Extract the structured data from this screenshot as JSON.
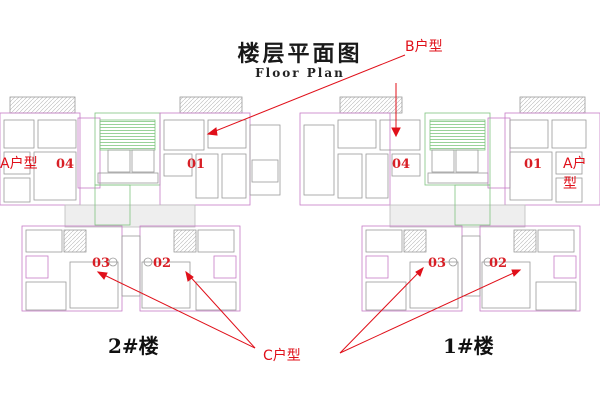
{
  "header": {
    "title": "楼层平面图",
    "subtitle": "Floor Plan"
  },
  "buildings": [
    {
      "label": "2#楼"
    },
    {
      "label": "1#楼"
    }
  ],
  "unit_numbers": {
    "b2_a": "04",
    "b2_b": "01",
    "b2_c1": "03",
    "b2_c2": "02",
    "b1_b": "04",
    "b1_a": "01",
    "b1_c1": "03",
    "b1_c2": "02"
  },
  "annotations": {
    "b_type": "B户型",
    "a_type_left": "A户型",
    "a_type_right": "A户型",
    "c_type": "C户型"
  },
  "colors": {
    "annotation": "#e0101a",
    "plan_magenta": "#c77bc7",
    "plan_green": "#7fc47f",
    "plan_line": "#9a9a9a"
  }
}
